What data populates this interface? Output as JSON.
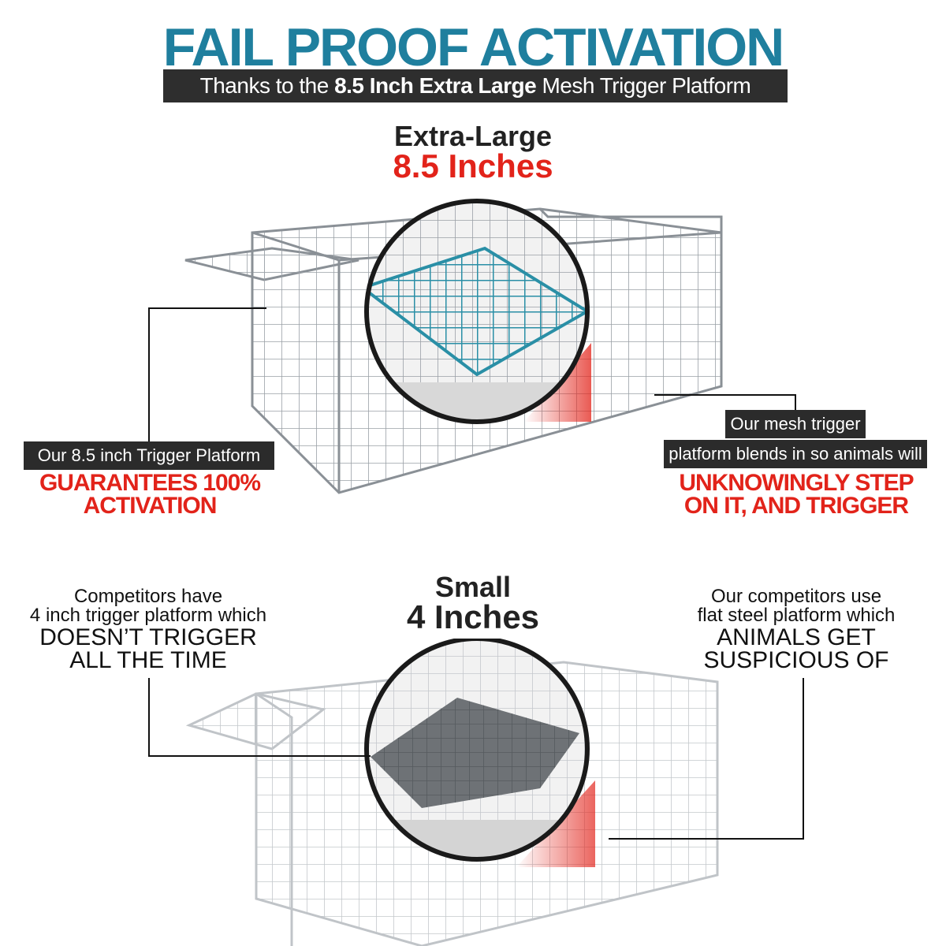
{
  "header": {
    "title": "FAIL PROOF ACTIVATION",
    "subtitle_pre": "Thanks to the ",
    "subtitle_bold": "8.5 Inch Extra Large",
    "subtitle_post": " Mesh Trigger Platform"
  },
  "top": {
    "size_label": "Extra-Large",
    "size_value": "8.5 Inches",
    "left_pill": "Our 8.5 inch Trigger Platform",
    "left_red_1": "GUARANTEES 100%",
    "left_red_2": "ACTIVATION",
    "right_pill_1": "Our mesh trigger",
    "right_pill_2": "platform blends in so animals will",
    "right_red_1": "UNKNOWINGLY STEP",
    "right_red_2": "ON IT, AND TRIGGER"
  },
  "bottom": {
    "size_label": "Small",
    "size_value": "4 Inches",
    "left_line_1": "Competitors have",
    "left_line_2": "4 inch trigger platform which",
    "left_caps_1": "DOESN’T TRIGGER",
    "left_caps_2": "ALL THE TIME",
    "right_line_1": "Our competitors use",
    "right_line_2": "flat steel platform which",
    "right_caps_1": "ANIMALS GET",
    "right_caps_2": "SUSPICIOUS OF"
  },
  "colors": {
    "title_blue": "#1f7f9e",
    "accent_red": "#e2231a",
    "pill_dark": "#2b2b2b",
    "mesh_teal": "#2a8fa6"
  }
}
